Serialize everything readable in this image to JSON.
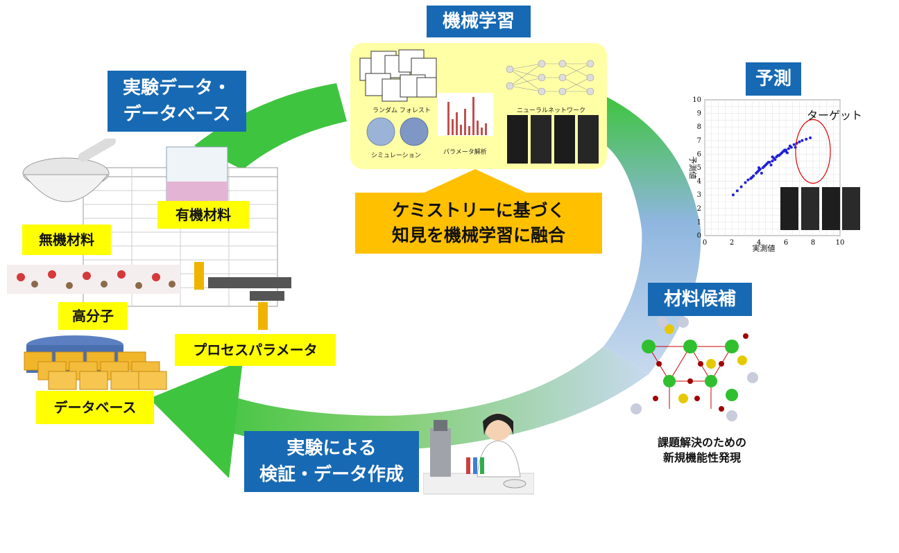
{
  "titles": {
    "machine_learning": "機械学習",
    "experiment_db": [
      "実験データ・",
      "データベース"
    ],
    "prediction": "予測",
    "candidates": "材料候補",
    "verification": [
      "実験による",
      "検証・データ作成"
    ]
  },
  "center_box": [
    "ケミストリーに基づく",
    "知見を機械学習に融合"
  ],
  "ml_panel": {
    "random_forest": "ランダム フォレスト",
    "neural_network": "ニューラルネットワーク",
    "simulation": "シミュレーション",
    "parameter_analysis": "パラメータ解析"
  },
  "data_labels": {
    "inorganic": "無機材料",
    "organic": "有機材料",
    "polymer": "高分子",
    "process": "プロセスパラメータ",
    "database": "データベース"
  },
  "discovery_caption": [
    "課題解決のための",
    "新規機能性発現"
  ],
  "colors": {
    "title_blue": "#1769b3",
    "label_yellow": "#ffff00",
    "center_orange": "#ffc000",
    "cycle_green": "#3fc43f",
    "ml_panel_fill": "#ffffa6",
    "point_blue": "#1f1fd6",
    "target_red": "#e00000"
  },
  "chart_data": {
    "type": "scatter",
    "title": "",
    "xlabel": "実測値",
    "ylabel": "予測値",
    "xlim": [
      0,
      10
    ],
    "ylim": [
      0,
      10
    ],
    "x_ticks": [
      0,
      2,
      4,
      6,
      8,
      10
    ],
    "y_ticks": [
      0,
      1,
      2,
      3,
      4,
      5,
      6,
      7,
      8,
      9,
      10
    ],
    "grid": true,
    "annotation": "ターゲット",
    "x": [
      2.1,
      2.4,
      2.7,
      3.0,
      3.2,
      3.4,
      3.6,
      3.8,
      4.0,
      4.1,
      4.3,
      4.5,
      4.6,
      4.8,
      5.0,
      5.1,
      5.3,
      5.5,
      5.6,
      5.8,
      6.0,
      6.2,
      6.4,
      6.6,
      6.8,
      7.0,
      7.2,
      7.5,
      7.8,
      4.2,
      4.7,
      5.2,
      5.7,
      6.1,
      3.5,
      4.9,
      5.4,
      6.3,
      6.7,
      3.9,
      4.4,
      5.9,
      4.0,
      5.0,
      6.0
    ],
    "y": [
      3.0,
      3.3,
      3.6,
      3.9,
      4.1,
      4.2,
      4.4,
      4.6,
      4.8,
      4.9,
      5.0,
      5.2,
      5.3,
      5.4,
      5.5,
      5.7,
      5.8,
      5.9,
      6.0,
      6.2,
      6.3,
      6.4,
      6.5,
      6.7,
      6.8,
      6.9,
      7.0,
      7.1,
      7.2,
      4.6,
      5.4,
      5.6,
      6.1,
      6.1,
      4.3,
      5.2,
      5.9,
      6.6,
      6.5,
      4.7,
      5.1,
      6.3,
      5.0,
      5.8,
      6.2
    ],
    "target_x": 8.0,
    "target_y": 6.2
  }
}
